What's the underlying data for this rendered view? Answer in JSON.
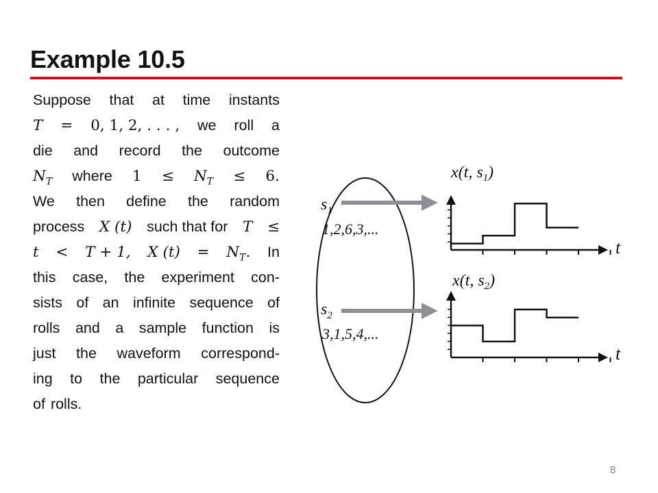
{
  "slide": {
    "title": "Example 10.5",
    "page_number": "8",
    "accent_color": "#c0161c"
  },
  "paragraph": {
    "l1": [
      "Suppose",
      "that",
      "at",
      "time",
      "instants"
    ],
    "l2": {
      "T": "T",
      "eq": "=",
      "seq": "0, 1, 2, . . . ,",
      "w": [
        "we",
        "roll",
        "a"
      ]
    },
    "l3": [
      "die",
      "and",
      "record",
      "the",
      "outcome"
    ],
    "l4": {
      "N": "N",
      "sub": "T",
      "where": "where",
      "one": "1",
      "le1": "≤",
      "N2": "N",
      "sub2": "T",
      "le2": "≤",
      "six": "6."
    },
    "l5": [
      "We",
      "then",
      "define",
      "the",
      "random"
    ],
    "l6": {
      "process": "process",
      "X": "X (t)",
      "such": "such that for",
      "T": "T",
      "le": "≤"
    },
    "l7": {
      "t": "t",
      "lt": "<",
      "T1": "T + 1,",
      "X": "X (t)",
      "eq": "=",
      "N": "N",
      "sub": "T",
      "dot": ".",
      "In": "In"
    },
    "l8": [
      "this",
      "case,",
      "the",
      "experiment",
      "con-"
    ],
    "l9": [
      "sists",
      "of",
      "an",
      "infinite",
      "sequence",
      "of"
    ],
    "l10": [
      "rolls",
      "and",
      "a",
      "sample",
      "function",
      "is"
    ],
    "l11": [
      "just",
      "the",
      "waveform",
      "correspond-"
    ],
    "l12": [
      "ing",
      "to",
      "the",
      "particular",
      "sequence"
    ],
    "l13": [
      "of",
      "rolls."
    ]
  },
  "diagram": {
    "s1": {
      "label": "s",
      "sub": "1",
      "sequence": "1,2,6,3,..."
    },
    "s2": {
      "label": "s",
      "sub": "2",
      "sequence": "3,1,5,4,..."
    },
    "plot1": {
      "label_pre": "x(t, s",
      "label_sub": "1",
      "label_post": ")",
      "axis_label": "t",
      "values": [
        1,
        2,
        6,
        3
      ]
    },
    "plot2": {
      "label_pre": "x(t, s",
      "label_sub": "2",
      "label_post": ")",
      "axis_label": "t",
      "values": [
        3,
        1,
        5,
        4
      ]
    },
    "arrow_color": "#8e8e98"
  }
}
